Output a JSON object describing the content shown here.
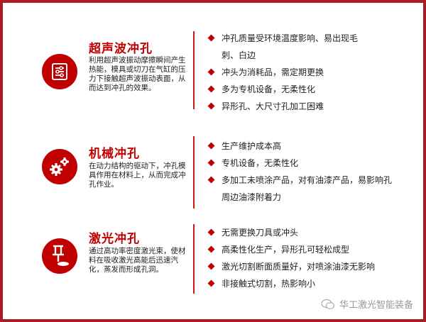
{
  "sections": [
    {
      "title": "超声波冲孔",
      "icon": "sliders-icon",
      "description": "利用超声波振动摩擦瞬间产生热能，模具或切刀在气缸的压力下接触超声波振动表面，从而达到冲孔的效果。",
      "bullets": [
        "冲孔质量受环境温度影响、易出现毛刺、白边",
        "冲头为消耗品，需定期更换",
        "多为专机设备，无柔性化",
        "异形孔、大尺寸孔加工困难"
      ]
    },
    {
      "title": "机械冲孔",
      "icon": "gears-icon",
      "description": "在动力结构的驱动下，冲孔模具作用在材料上，从而完成冲孔作业。",
      "bullets": [
        "生产维护成本高",
        "专机设备，无柔性化",
        "多加工未喷涂产品，对有油漆产品，易影响孔周边油漆附着力"
      ]
    },
    {
      "title": "激光冲孔",
      "icon": "pushpin-icon",
      "description": "通过高功率密度激光束，使材料在吸收激光高能后迅速汽化，蒸发而形成孔洞。",
      "bullets": [
        "无需更换刀具或冲头",
        "高柔性化生产，异形孔可轻松成型",
        "激光切割断面质量好，对喷涂油漆无影响",
        "非接触式切割，热影响小"
      ]
    }
  ],
  "footer": {
    "brand": "华工激光智能装备",
    "icon": "wechat-icon"
  },
  "colors": {
    "accent": "#c00000",
    "border": "#a81d23"
  }
}
